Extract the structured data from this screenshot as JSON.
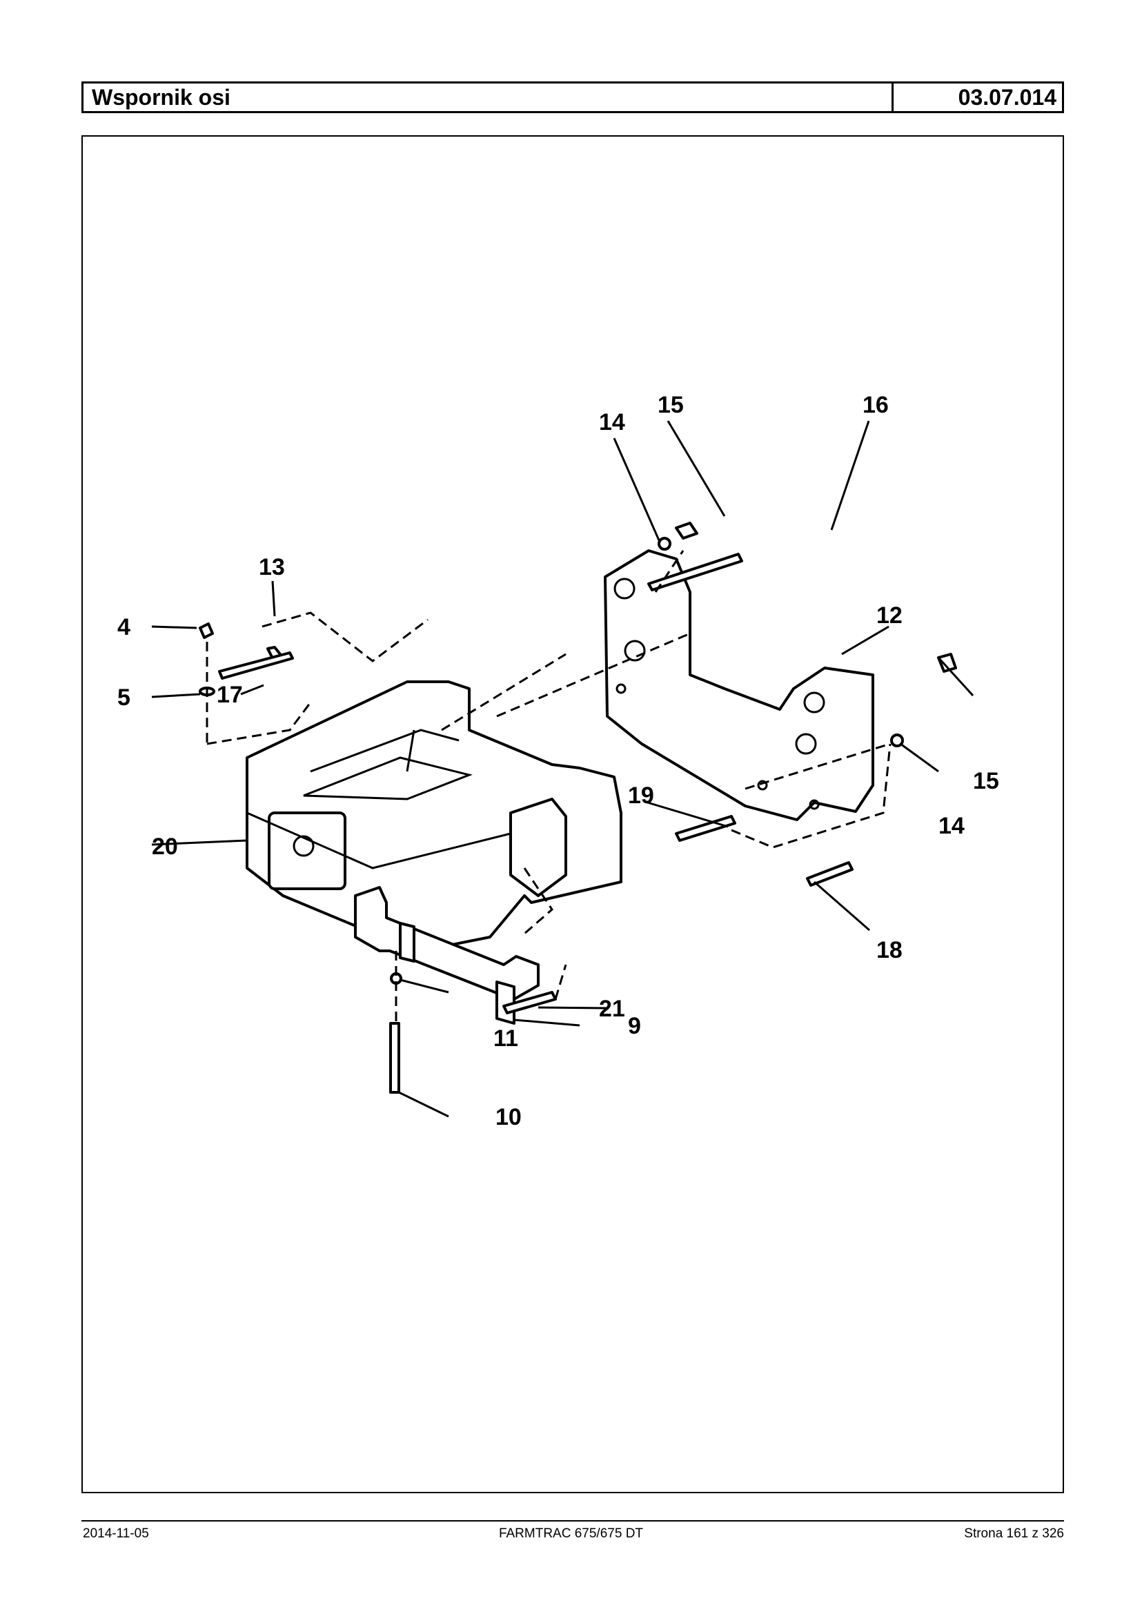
{
  "header": {
    "title": "Wspornik osi",
    "code": "03.07.014"
  },
  "callouts": [
    "15",
    "16",
    "14",
    "13",
    "4",
    "5",
    "17",
    "12",
    "19",
    "15",
    "14",
    "20",
    "18",
    "21",
    "9",
    "11",
    "10"
  ],
  "footer": {
    "date": "2014-11-05",
    "model": "FARMTRAC 675/675 DT",
    "page": "Strona 161 z 326"
  }
}
